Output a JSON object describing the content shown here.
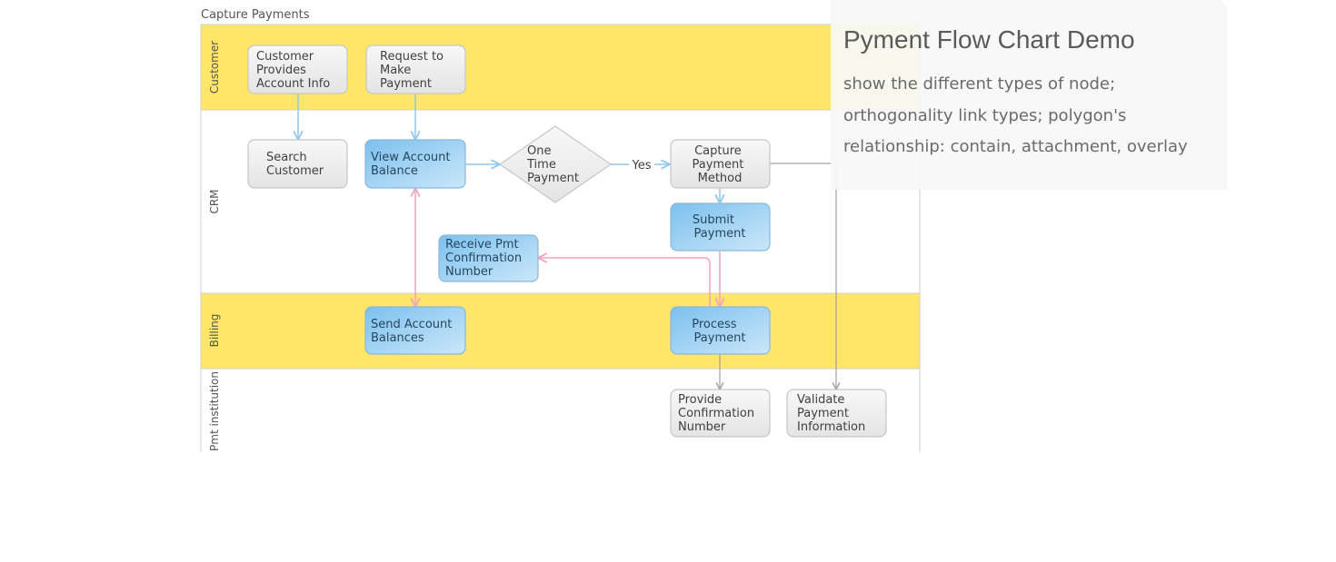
{
  "diagram": {
    "title": "Capture Payments",
    "colors": {
      "lane_yellow": "#fee66a",
      "lane_white": "#ffffff",
      "node_gray_fill": "#eeeeee",
      "node_blue_fill": "#a6d4f2",
      "arrow_blue": "#8ec8ee",
      "arrow_pink": "#f4a2bc",
      "arrow_gray": "#a0a0a0"
    },
    "lanes": [
      {
        "label": "Customer"
      },
      {
        "label": "CRM"
      },
      {
        "label": "Billing"
      },
      {
        "label": "Pmt institution"
      }
    ],
    "nodes": {
      "customer_provides": {
        "lines": [
          "Customer",
          "Provides",
          "Account Info"
        ]
      },
      "request_payment": {
        "lines": [
          "Request to",
          "Make",
          "Payment"
        ]
      },
      "search_customer": {
        "lines": [
          "Search",
          "Customer"
        ]
      },
      "view_balance": {
        "lines": [
          "View Account",
          "Balance"
        ]
      },
      "one_time_payment": {
        "lines": [
          "One",
          "Time",
          "Payment"
        ]
      },
      "capture_method": {
        "lines": [
          "Capture",
          "Payment",
          "Method"
        ]
      },
      "submit_payment": {
        "lines": [
          "Submit",
          "Payment"
        ]
      },
      "receive_confirmation": {
        "lines": [
          "Receive Pmt",
          "Confirmation",
          "Number"
        ]
      },
      "send_balances": {
        "lines": [
          "Send Account",
          "Balances"
        ]
      },
      "process_payment": {
        "lines": [
          "Process",
          "Payment"
        ]
      },
      "provide_confirmation": {
        "lines": [
          "Provide",
          "Confirmation",
          "Number"
        ]
      },
      "validate_info": {
        "lines": [
          "Validate",
          "Payment",
          "Information"
        ]
      }
    },
    "edge_labels": {
      "yes": "Yes"
    }
  },
  "info_panel": {
    "title": "Pyment Flow Chart Demo",
    "description": "show the different types of node; orthogonality link types; polygon's relationship: contain, attachment, overlay"
  }
}
